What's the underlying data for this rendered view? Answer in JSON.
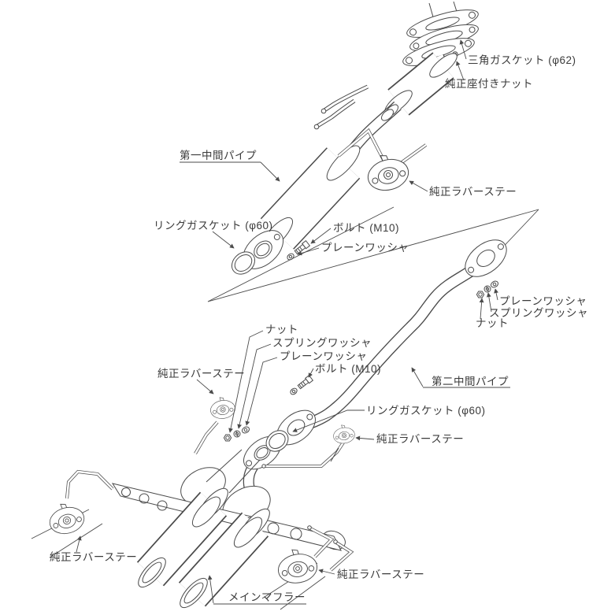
{
  "diagram": {
    "type": "exploded-parts-diagram",
    "subject_labels_language": "ja",
    "labels": {
      "triangle_gasket": "三角ガスケット (φ62)",
      "oem_seated_nut": "純正座付きナット",
      "first_mid_pipe": "第一中間パイプ",
      "oem_rubber_stay": "純正ラバーステー",
      "ring_gasket": "リングガスケット (φ60)",
      "bolt_m10": "ボルト (M10)",
      "plain_washer": "プレーンワッシャ",
      "spring_washer": "スプリングワッシャ",
      "nut": "ナット",
      "second_mid_pipe": "第二中間パイプ",
      "main_muffler": "メインマフラー"
    },
    "colors": {
      "background": "#ffffff",
      "line": "#4b4b4b",
      "text": "#3a3a3a"
    }
  }
}
